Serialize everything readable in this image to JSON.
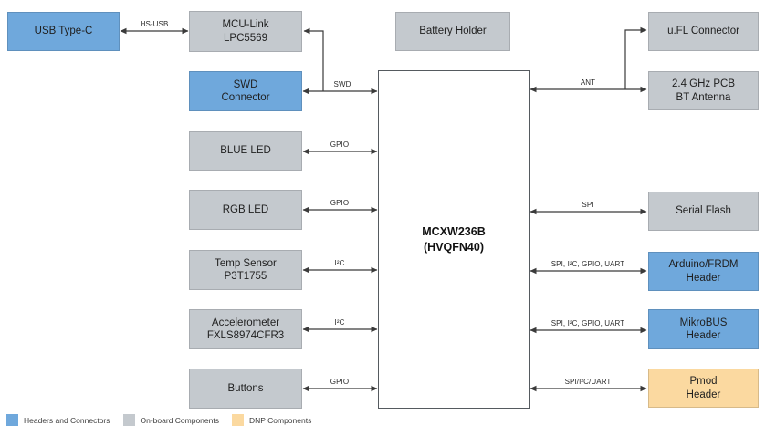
{
  "diagram": {
    "chip": {
      "label": "MCXW236B\n(HVQFN40)"
    },
    "nodes": {
      "usb_type_c": {
        "label": "USB Type-C",
        "category": "headers-and-connectors"
      },
      "mcu_link": {
        "label": "MCU-Link\nLPC5569",
        "category": "on-board"
      },
      "swd_connector": {
        "label": "SWD\nConnector",
        "category": "headers-and-connectors"
      },
      "blue_led": {
        "label": "BLUE LED",
        "category": "on-board"
      },
      "rgb_led": {
        "label": "RGB LED",
        "category": "on-board"
      },
      "temp_sensor": {
        "label": "Temp Sensor\nP3T1755",
        "category": "on-board"
      },
      "accelerometer": {
        "label": "Accelerometer\nFXLS8974CFR3",
        "category": "on-board"
      },
      "buttons": {
        "label": "Buttons",
        "category": "on-board"
      },
      "battery_holder": {
        "label": "Battery Holder",
        "category": "on-board"
      },
      "ufl_connector": {
        "label": "u.FL Connector",
        "category": "on-board"
      },
      "bt_antenna": {
        "label": "2.4 GHz PCB\nBT Antenna",
        "category": "on-board"
      },
      "serial_flash": {
        "label": "Serial Flash",
        "category": "on-board"
      },
      "arduino_frdm_header": {
        "label": "Arduino/FRDM\nHeader",
        "category": "headers-and-connectors"
      },
      "mikrobus_header": {
        "label": "MikroBUS\nHeader",
        "category": "headers-and-connectors"
      },
      "pmod_header": {
        "label": "Pmod\nHeader",
        "category": "dnp"
      }
    },
    "bus_labels": {
      "hs_usb": "HS-USB",
      "swd": "SWD",
      "gpio_blue_led": "GPIO",
      "gpio_rgb_led": "GPIO",
      "i2c_temp": "I²C",
      "i2c_accel": "I²C",
      "gpio_buttons": "GPIO",
      "ant": "ANT",
      "spi_flash": "SPI",
      "arduino_bus": "SPI, I²C, GPIO, UART",
      "mikrobus_bus": "SPI, I²C, GPIO, UART",
      "pmod_bus": "SPI/I²C/UART"
    }
  },
  "legend": {
    "items": [
      {
        "label": "Headers and Connectors",
        "color": "#6FA8DC"
      },
      {
        "label": "On-board Components",
        "color": "#C4C9CE"
      },
      {
        "label": "DNP Components",
        "color": "#FBD9A0"
      }
    ]
  },
  "colors": {
    "headers_and_connectors": "#6FA8DC",
    "on_board_components": "#C4C9CE",
    "dnp_components": "#FBD9A0",
    "wire": "#3A3A3A",
    "chip_border": "#555A5F"
  }
}
